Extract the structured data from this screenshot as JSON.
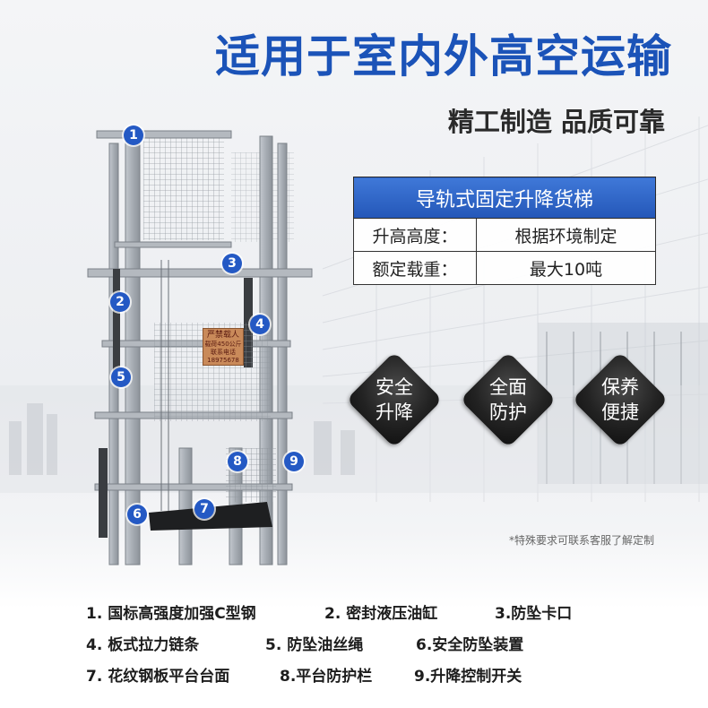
{
  "headline": "适用于室内外高空运输",
  "subheadline": "精工制造 品质可靠",
  "spec_table": {
    "title": "导轨式固定升降货梯",
    "rows": [
      {
        "label": "升高高度：",
        "value": "根据环境制定"
      },
      {
        "label": "额定载重：",
        "value": "最大10吨"
      }
    ]
  },
  "features": [
    {
      "line1": "安全",
      "line2": "升降"
    },
    {
      "line1": "全面",
      "line2": "防护"
    },
    {
      "line1": "保养",
      "line2": "便捷"
    }
  ],
  "note": "*特殊要求可联系客服了解定制",
  "markers": [
    "1",
    "2",
    "3",
    "4",
    "5",
    "6",
    "7",
    "8",
    "9"
  ],
  "warning_sign": [
    "严禁载人",
    "载荷450公斤",
    "联系电话 18975678"
  ],
  "legend": [
    [
      "1. 国标高强度加强C型钢",
      "2. 密封液压油缸",
      "3.防坠卡口"
    ],
    [
      "4. 板式拉力链条",
      "5. 防坠油丝绳",
      "6.安全防坠装置"
    ],
    [
      "7. 花纹钢板平台台面",
      "8.平台防护栏",
      "9.升降控制开关"
    ]
  ],
  "colors": {
    "brand_blue": "#1b53b8",
    "marker_blue": "#2459c4",
    "steel": "#9aa0a6",
    "diamond": "#222222"
  }
}
